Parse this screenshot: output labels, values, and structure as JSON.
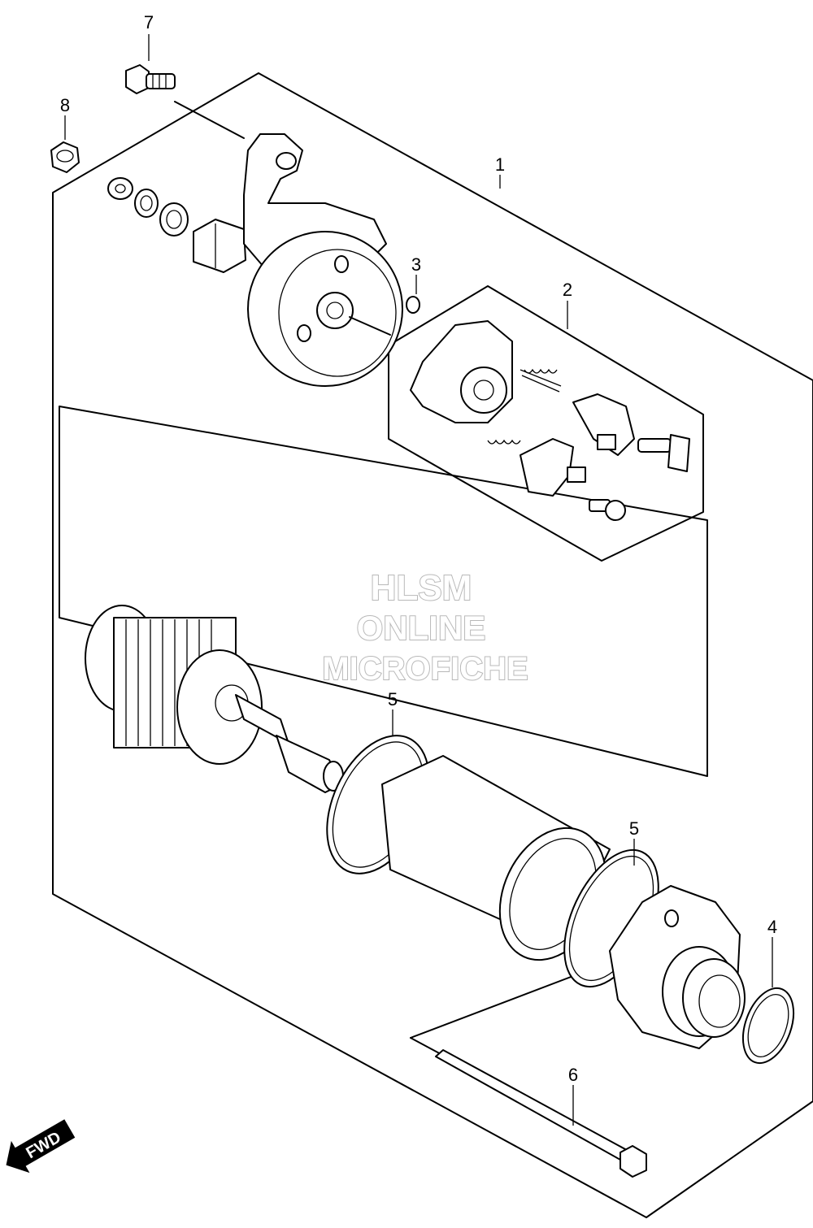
{
  "callouts": {
    "c1": "1",
    "c2": "2",
    "c3": "3",
    "c4": "4",
    "c5a": "5",
    "c5b": "5",
    "c6": "6",
    "c7": "7",
    "c8": "8"
  },
  "watermark": {
    "line1": "HLSM",
    "line2": "ONLINE",
    "line3": "MICROFICHE"
  },
  "direction_badge": {
    "label": "FWD",
    "icon": "forward-arrow-icon"
  }
}
